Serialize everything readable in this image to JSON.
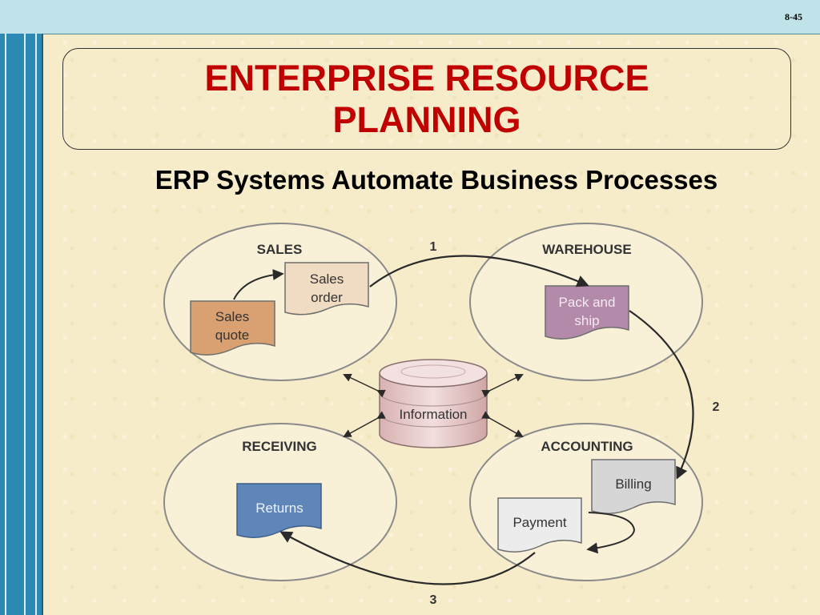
{
  "slide": {
    "number": "8-45"
  },
  "title": {
    "line1": "ENTERPRISE RESOURCE",
    "line2": "PLANNING"
  },
  "subtitle": "ERP Systems Automate Business Processes",
  "diagram": {
    "sections": {
      "sales": "SALES",
      "warehouse": "WAREHOUSE",
      "receiving": "RECEIVING",
      "accounting": "ACCOUNTING"
    },
    "documents": {
      "sales_order": [
        "Sales",
        "order"
      ],
      "sales_quote": [
        "Sales",
        "quote"
      ],
      "pack_and_ship": [
        "Pack and",
        "ship"
      ],
      "billing": "Billing",
      "payment": "Payment",
      "returns": "Returns"
    },
    "center": "Information",
    "flow_numbers": {
      "one": "1",
      "two": "2",
      "three": "3"
    },
    "colors": {
      "sales_order": "#f0dcc2",
      "sales_quote": "#d9a072",
      "pack_and_ship": "#b48aaa",
      "billing": "#d6d6d6",
      "payment": "#ececec",
      "returns": "#5f86b8",
      "database": "#e6c6c6"
    }
  }
}
